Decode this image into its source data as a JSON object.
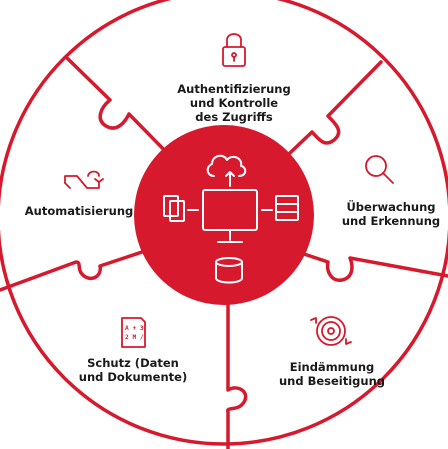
{
  "colors": {
    "accent": "#d7192d",
    "text": "#1a1a1a",
    "background": "#ffffff"
  },
  "segments": [
    {
      "id": "auth",
      "icon": "padlock-icon",
      "lines": [
        "Authentifizierung",
        "und Kontrolle",
        "des Zugriffs"
      ]
    },
    {
      "id": "monitor",
      "icon": "magnifier-icon",
      "lines": [
        "Überwachung",
        "und Erkennung"
      ]
    },
    {
      "id": "contain",
      "icon": "gear-cycle-icon",
      "lines": [
        "Eindämmung",
        "und Beseitigung"
      ]
    },
    {
      "id": "protect",
      "icon": "document-icon",
      "lines": [
        "Schutz (Daten",
        "und Dokumente)"
      ]
    },
    {
      "id": "automate",
      "icon": "shuffle-arrows-icon",
      "lines": [
        "Automatisierung"
      ]
    }
  ],
  "document_icon_text": [
    "A + 3",
    "2 M /"
  ],
  "hub": {
    "icons": [
      "cloud-upload-icon",
      "monitor-icon",
      "documents-icon",
      "printer-icon",
      "database-icon"
    ]
  }
}
